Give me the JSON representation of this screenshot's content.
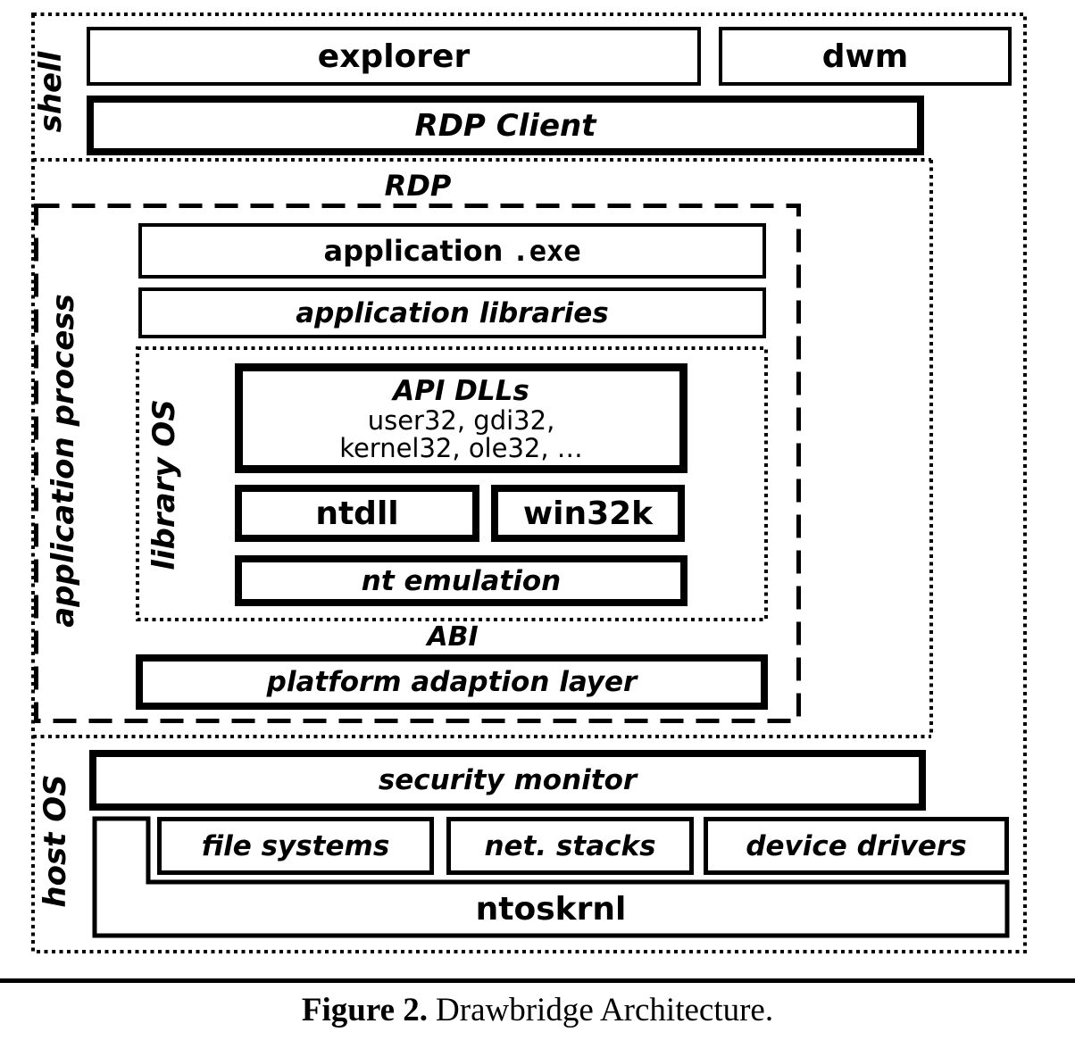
{
  "figure": {
    "shell": {
      "label": "shell",
      "explorer": "explorer",
      "dwm": "dwm",
      "rdp_client": "RDP Client"
    },
    "rdp": "RDP",
    "app_process": {
      "label": "application process",
      "app_exe": {
        "name": "application",
        "ext": ".exe"
      },
      "app_libraries": "application libraries",
      "library_os": {
        "label": "library OS",
        "api_dlls": {
          "title": "API DLLs",
          "line2": "user32, gdi32,",
          "line3": "kernel32, ole32, …"
        },
        "ntdll": "ntdll",
        "win32k": "win32k",
        "nt_emulation": "nt emulation"
      },
      "abi": "ABI",
      "pal": "platform adaption layer"
    },
    "host_os": {
      "label": "host OS",
      "security_monitor": "security monitor",
      "file_systems": "file systems",
      "net_stacks": "net. stacks",
      "device_drivers": "device drivers",
      "ntoskrnl": "ntoskrnl"
    },
    "caption": {
      "figure_label": "Figure 2.",
      "text": "Drawbridge Architecture."
    },
    "colors": {
      "ink": "#000000",
      "paper": "#ffffff"
    }
  }
}
